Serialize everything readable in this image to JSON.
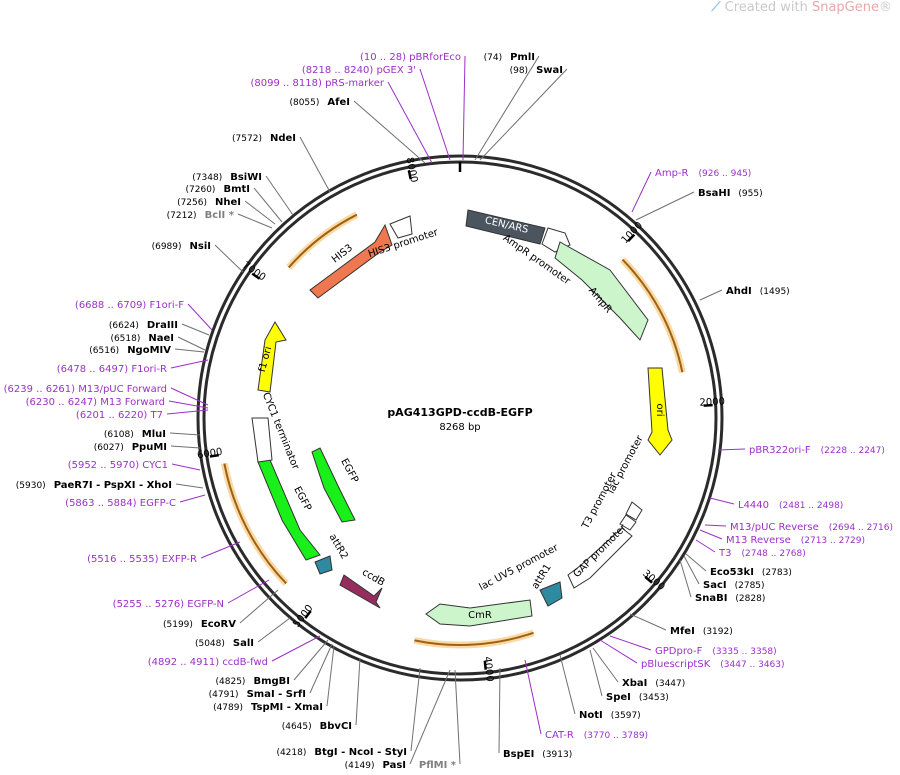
{
  "brand": {
    "prefix": "Created with",
    "app": "SnapGene",
    "mark": "®"
  },
  "plasmid": {
    "name": "pAG413GPD-ccdB-EGFP",
    "length_label": "8268 bp",
    "length": 8268
  },
  "colors": {
    "enzyme": "#000000",
    "gray_enzyme": "#808080",
    "primer": "#9b30c8",
    "backbone": "#2b2b2b"
  },
  "ticks": [
    "1000",
    "2000",
    "3000",
    "4000",
    "5000",
    "6000",
    "7000",
    "8000"
  ],
  "labels": [
    {
      "text": "(10 .. 28)  pBRforEco",
      "kind": "primer"
    },
    {
      "text": "PmlI",
      "pos": "(74)",
      "kind": "enzyme"
    },
    {
      "text": "SwaI",
      "pos": "(98)",
      "kind": "enzyme"
    },
    {
      "text": "(8218 .. 8240)  pGEX 3'",
      "kind": "primer"
    },
    {
      "text": "(8099 .. 8118)  pRS-marker",
      "kind": "primer"
    },
    {
      "text": "AfeI",
      "pos": "(8055)",
      "kind": "enzyme"
    },
    {
      "text": "NdeI",
      "pos": "(7572)",
      "kind": "enzyme"
    },
    {
      "text": "BsiWI",
      "pos": "(7348)",
      "kind": "enzyme"
    },
    {
      "text": "BmtI",
      "pos": "(7260)",
      "kind": "enzyme"
    },
    {
      "text": "NheI",
      "pos": "(7256)",
      "kind": "enzyme"
    },
    {
      "text": "BclI *",
      "pos": "(7212)",
      "kind": "gray"
    },
    {
      "text": "NsiI",
      "pos": "(6989)",
      "kind": "enzyme"
    },
    {
      "text": "(6688 .. 6709)  F1ori-F",
      "kind": "primer"
    },
    {
      "text": "DraIII",
      "pos": "(6624)",
      "kind": "enzyme"
    },
    {
      "text": "NaeI",
      "pos": "(6518)",
      "kind": "enzyme"
    },
    {
      "text": "NgoMIV",
      "pos": "(6516)",
      "kind": "enzyme"
    },
    {
      "text": "(6478 .. 6497)  F1ori-R",
      "kind": "primer"
    },
    {
      "text": "(6239 .. 6261)  M13/pUC Forward",
      "kind": "primer"
    },
    {
      "text": "(6230 .. 6247)  M13 Forward",
      "kind": "primer"
    },
    {
      "text": "(6201 .. 6220)  T7",
      "kind": "primer"
    },
    {
      "text": "MluI",
      "pos": "(6108)",
      "kind": "enzyme"
    },
    {
      "text": "PpuMI",
      "pos": "(6027)",
      "kind": "enzyme"
    },
    {
      "text": "(5952 .. 5970)  CYC1",
      "kind": "primer"
    },
    {
      "text": "PaeR7I  -  PspXI  -  XhoI",
      "pos": "(5930)",
      "kind": "enzyme"
    },
    {
      "text": "(5863 .. 5884)  EGFP-C",
      "kind": "primer"
    },
    {
      "text": "(5516 .. 5535)  EXFP-R",
      "kind": "primer"
    },
    {
      "text": "(5255 .. 5276)  EGFP-N",
      "kind": "primer"
    },
    {
      "text": "EcoRV",
      "pos": "(5199)",
      "kind": "enzyme"
    },
    {
      "text": "SalI",
      "pos": "(5048)",
      "kind": "enzyme"
    },
    {
      "text": "(4892 .. 4911)  ccdB-fwd",
      "kind": "primer"
    },
    {
      "text": "BmgBI",
      "pos": "(4825)",
      "kind": "enzyme"
    },
    {
      "text": "SmaI  -  SrfI",
      "pos": "(4791)",
      "kind": "enzyme"
    },
    {
      "text": "TspMI  -  XmaI",
      "pos": "(4789)",
      "kind": "enzyme"
    },
    {
      "text": "BbvCI",
      "pos": "(4645)",
      "kind": "enzyme"
    },
    {
      "text": "BtgI  -  NcoI  -  StyI",
      "pos": "(4218)",
      "kind": "enzyme"
    },
    {
      "text": "PasI",
      "pos": "(4149)",
      "kind": "enzyme"
    },
    {
      "text": "PflMI *",
      "kind": "gray"
    },
    {
      "text": "BspEI",
      "pos": "(3913)",
      "kind": "enzyme"
    },
    {
      "text": "CAT-R",
      "pos": "(3770 .. 3789)",
      "kind": "primer"
    },
    {
      "text": "NotI",
      "pos": "(3597)",
      "kind": "enzyme"
    },
    {
      "text": "SpeI",
      "pos": "(3453)",
      "kind": "enzyme"
    },
    {
      "text": "XbaI",
      "pos": "(3447)",
      "kind": "enzyme"
    },
    {
      "text": "pBluescriptSK",
      "pos": "(3447 .. 3463)",
      "kind": "primer"
    },
    {
      "text": "GPDpro-F",
      "pos": "(3335 .. 3358)",
      "kind": "primer"
    },
    {
      "text": "MfeI",
      "pos": "(3192)",
      "kind": "enzyme"
    },
    {
      "text": "SnaBI",
      "pos": "(2828)",
      "kind": "enzyme"
    },
    {
      "text": "SacI",
      "pos": "(2785)",
      "kind": "enzyme"
    },
    {
      "text": "Eco53kI",
      "pos": "(2783)",
      "kind": "enzyme"
    },
    {
      "text": "T3",
      "pos": "(2748 .. 2768)",
      "kind": "primer"
    },
    {
      "text": "M13 Reverse",
      "pos": "(2713 .. 2729)",
      "kind": "primer"
    },
    {
      "text": "M13/pUC Reverse",
      "pos": "(2694 .. 2716)",
      "kind": "primer"
    },
    {
      "text": "L4440",
      "pos": "(2481 .. 2498)",
      "kind": "primer"
    },
    {
      "text": "pBR322ori-F",
      "pos": "(2228 .. 2247)",
      "kind": "primer"
    },
    {
      "text": "AhdI",
      "pos": "(1495)",
      "kind": "enzyme"
    },
    {
      "text": "BsaHI",
      "pos": "(955)",
      "kind": "enzyme"
    },
    {
      "text": "Amp-R",
      "pos": "(926 .. 945)",
      "kind": "primer"
    }
  ],
  "features": [
    {
      "name": "CEN/ARS",
      "color": "#4a5560"
    },
    {
      "name": "AmpR promoter",
      "color": "#ffffff"
    },
    {
      "name": "AmpR",
      "color": "#ccf5cc"
    },
    {
      "name": "ori",
      "color": "#ffff00"
    },
    {
      "name": "lac promoter",
      "color": "#ffffff"
    },
    {
      "name": "T3 promoter",
      "color": "#ffffff"
    },
    {
      "name": "GAP promoter",
      "color": "#ffffff"
    },
    {
      "name": "attR1",
      "color": "#2e8aa0"
    },
    {
      "name": "lac UV5 promoter",
      "color": "#ffffff"
    },
    {
      "name": "CmR",
      "color": "#ccf5cc"
    },
    {
      "name": "ccdB",
      "color": "#962d5e"
    },
    {
      "name": "attR2",
      "color": "#2e8aa0"
    },
    {
      "name": "EGFP",
      "color": "#19f019"
    },
    {
      "name": "CYC1 terminator",
      "color": "#ffffff"
    },
    {
      "name": "f1 ori",
      "color": "#ffff00"
    },
    {
      "name": "HIS3",
      "color": "#f07850"
    },
    {
      "name": "HIS3 promoter",
      "color": "#ffffff"
    }
  ]
}
